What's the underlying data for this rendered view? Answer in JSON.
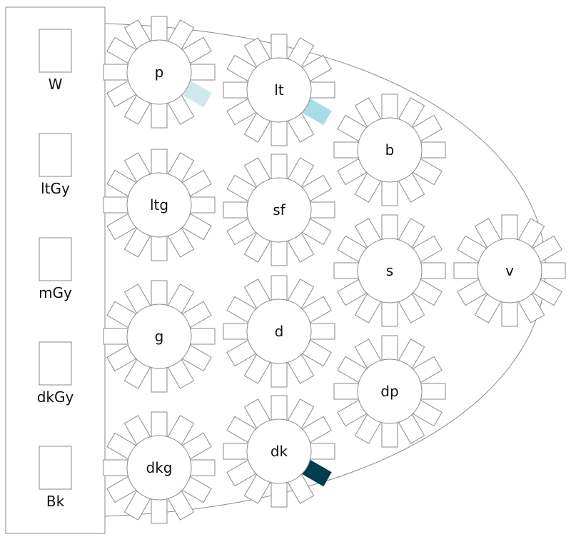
{
  "colors": {
    "outline": "#8a8a8a",
    "seat_fill": "#ffffff",
    "highlight_very_light": "#cde9ee",
    "highlight_light": "#a9dde3",
    "highlight_dark": "#003d4d"
  },
  "swatches": [
    {
      "label": "W"
    },
    {
      "label": "ltGy"
    },
    {
      "label": "mGy"
    },
    {
      "label": "dkGy"
    },
    {
      "label": "Bk"
    }
  ],
  "tables": [
    {
      "label": "p",
      "seats": 12,
      "highlight_seat": 4,
      "highlight_color": "#cde9ee"
    },
    {
      "label": "lt",
      "seats": 12,
      "highlight_seat": 4,
      "highlight_color": "#a9dde3"
    },
    {
      "label": "b",
      "seats": 12
    },
    {
      "label": "ltg",
      "seats": 12
    },
    {
      "label": "sf",
      "seats": 12
    },
    {
      "label": "s",
      "seats": 12
    },
    {
      "label": "v",
      "seats": 12
    },
    {
      "label": "g",
      "seats": 12
    },
    {
      "label": "d",
      "seats": 12
    },
    {
      "label": "dp",
      "seats": 12
    },
    {
      "label": "dkg",
      "seats": 12
    },
    {
      "label": "dk",
      "seats": 12,
      "highlight_seat": 4,
      "highlight_color": "#003d4d"
    }
  ]
}
